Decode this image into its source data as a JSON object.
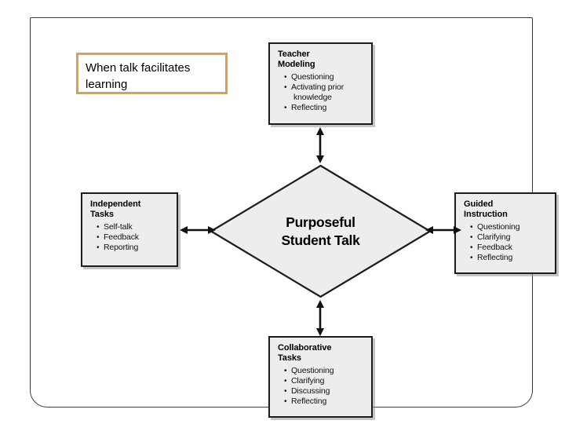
{
  "slide": {
    "title_callout": {
      "text": "When talk facilitates learning",
      "border_color": "#e79c4d"
    },
    "diagram": {
      "center": {
        "label_line1": "Purposeful",
        "label_line2": "Student Talk",
        "shape": "diamond",
        "fill_color": "#ededed",
        "border_color": "#1c1c1c"
      },
      "nodes": [
        {
          "id": "teacher-modeling",
          "title_line1": "Teacher",
          "title_line2": "Modeling",
          "items": [
            "Questioning",
            "Activating prior",
            "Reflecting"
          ],
          "item_continuations": [
            "",
            "knowledge",
            ""
          ],
          "position": "top"
        },
        {
          "id": "independent-tasks",
          "title_line1": "Independent",
          "title_line2": "Tasks",
          "items": [
            "Self-talk",
            "Feedback",
            "Reporting"
          ],
          "item_continuations": [
            "",
            "",
            ""
          ],
          "position": "left"
        },
        {
          "id": "guided-instruction",
          "title_line1": "Guided",
          "title_line2": "Instruction",
          "items": [
            "Questioning",
            "Clarifying",
            "Feedback",
            "Reflecting"
          ],
          "item_continuations": [
            "",
            "",
            "",
            ""
          ],
          "position": "right"
        },
        {
          "id": "collaborative-tasks",
          "title_line1": "Collaborative",
          "title_line2": "Tasks",
          "items": [
            "Questioning",
            "Clarifying",
            "Discussing",
            "Reflecting"
          ],
          "item_continuations": [
            "",
            "",
            "",
            ""
          ],
          "position": "bottom"
        }
      ],
      "connectors": [
        {
          "id": "arrow-top",
          "type": "double-arrow-vertical",
          "from": "center",
          "to": "teacher-modeling"
        },
        {
          "id": "arrow-bottom",
          "type": "double-arrow-vertical",
          "from": "center",
          "to": "collaborative-tasks"
        },
        {
          "id": "arrow-left",
          "type": "double-arrow-horizontal",
          "from": "center",
          "to": "independent-tasks"
        },
        {
          "id": "arrow-right",
          "type": "double-arrow-horizontal",
          "from": "center",
          "to": "guided-instruction"
        }
      ],
      "bullet_glyph": "•"
    }
  }
}
